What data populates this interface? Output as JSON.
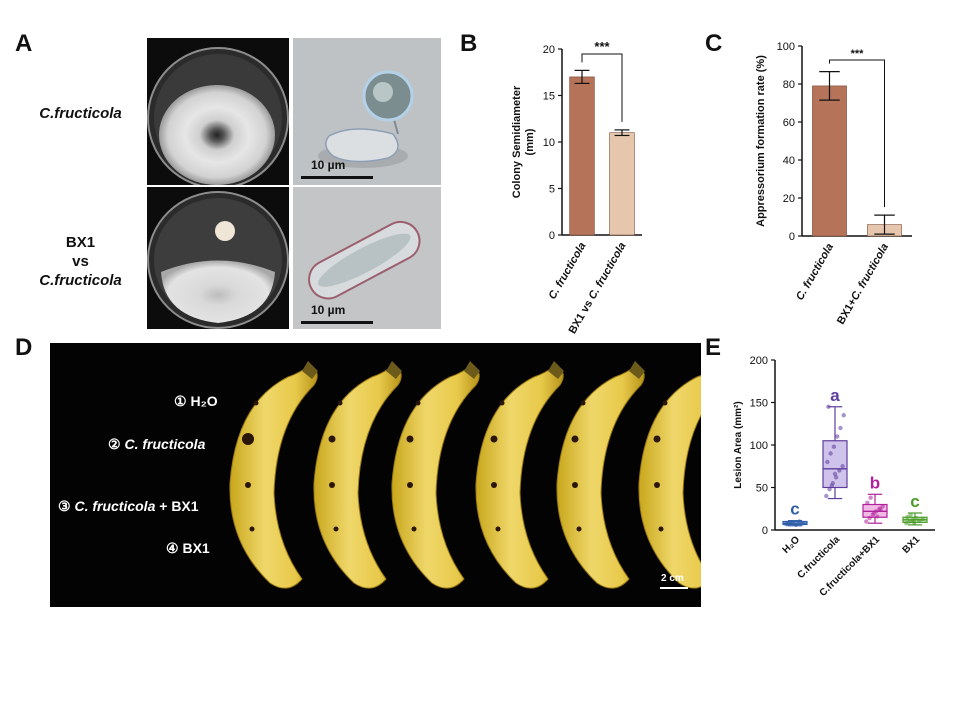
{
  "panels": {
    "A": {
      "label": "A",
      "row1_label": "C.fructicola",
      "row2_label_line1": "BX1",
      "row2_label_line2": "vs",
      "row2_label_line3": "C.fructicola",
      "scale1": "10 µm",
      "scale2": "10 µm"
    },
    "B": {
      "label": "B"
    },
    "C": {
      "label": "C"
    },
    "D": {
      "label": "D",
      "treatments": [
        {
          "num": "①",
          "name": "H₂O",
          "italic": false
        },
        {
          "num": "②",
          "name": "C. fructicola",
          "italic": true
        },
        {
          "num": "③",
          "name": "C. fructicola",
          "suffix": " + BX1",
          "italic": true
        },
        {
          "num": "④",
          "name": "BX1",
          "italic": false
        }
      ],
      "scale": "2 cm"
    },
    "E": {
      "label": "E"
    }
  },
  "chart_data": [
    {
      "id": "B",
      "type": "bar",
      "ylabel": "Colony Semidiameter\n(mm)",
      "categories": [
        "C. fructicola",
        "BX1 vs C. fructicola"
      ],
      "values": [
        17.0,
        11.0
      ],
      "errors": [
        0.7,
        0.3
      ],
      "colors": [
        "#b5735a",
        "#e6c7ad"
      ],
      "ylim": [
        0,
        20
      ],
      "yticks": [
        0,
        5,
        10,
        15,
        20
      ],
      "significance": "***"
    },
    {
      "id": "C",
      "type": "bar",
      "ylabel": "Appressorium formation rate (%)",
      "categories": [
        "C. fructicola",
        "BX1+C. fructicola"
      ],
      "values": [
        79,
        6
      ],
      "errors": [
        7.5,
        5
      ],
      "colors": [
        "#b5735a",
        "#e6c7ad"
      ],
      "ylim": [
        0,
        100
      ],
      "yticks": [
        0,
        20,
        40,
        60,
        80,
        100
      ],
      "significance": "***"
    },
    {
      "id": "E",
      "type": "box",
      "ylabel": "Lesion Area (mm²)",
      "categories": [
        "H₂O",
        "C.fructicola",
        "C.fructicola+BX1",
        "BX1"
      ],
      "ylim": [
        0,
        200
      ],
      "yticks": [
        0,
        50,
        100,
        150,
        200
      ],
      "boxes": [
        {
          "min": 5,
          "q1": 6.5,
          "median": 8,
          "q3": 10,
          "max": 11,
          "letter": "c",
          "color": "#2f5fa8",
          "fill": "#c9d8f0"
        },
        {
          "min": 37,
          "q1": 50,
          "median": 72,
          "q3": 105,
          "max": 145,
          "letter": "a",
          "color": "#5e3d9c",
          "fill": "#cfc3ec"
        },
        {
          "min": 8,
          "q1": 15,
          "median": 22,
          "q3": 30,
          "max": 42,
          "letter": "b",
          "color": "#b0229b",
          "fill": "#f1b9e6"
        },
        {
          "min": 6,
          "q1": 9,
          "median": 12,
          "q3": 15,
          "max": 20,
          "letter": "c",
          "color": "#4b9b2a",
          "fill": "#cde9bd"
        }
      ],
      "points": [
        [
          7,
          8,
          9,
          6,
          10,
          8,
          7,
          9
        ],
        [
          40,
          48,
          55,
          62,
          70,
          75,
          80,
          90,
          98,
          110,
          120,
          135,
          145,
          52,
          66
        ],
        [
          10,
          14,
          18,
          22,
          25,
          28,
          32,
          38,
          20,
          16,
          24
        ],
        [
          8,
          10,
          12,
          14,
          11,
          13,
          15,
          18,
          9
        ]
      ]
    }
  ]
}
